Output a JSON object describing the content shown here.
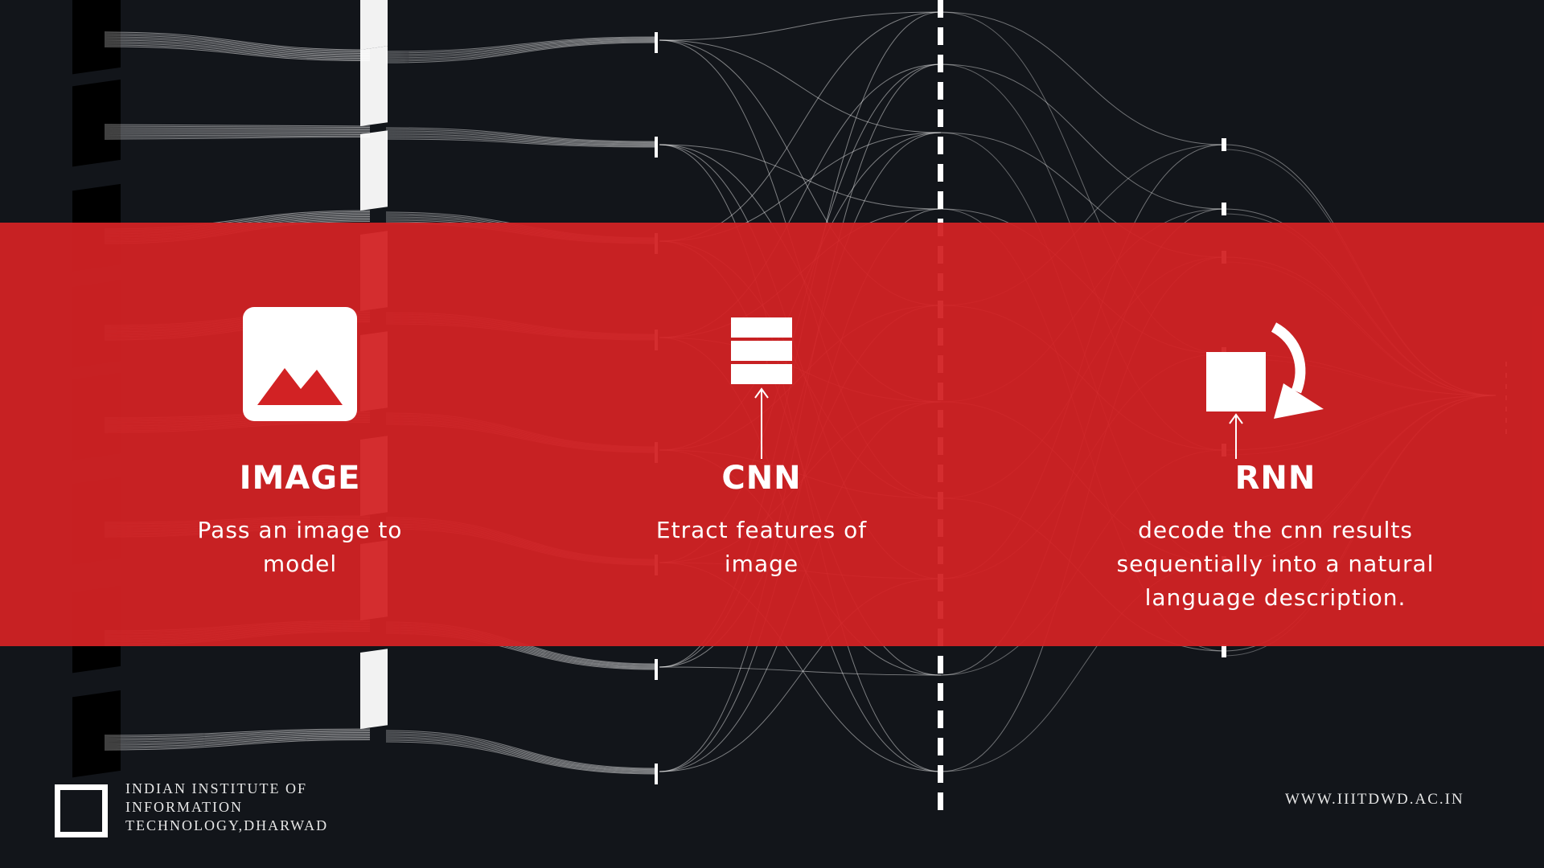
{
  "colors": {
    "background": "#12151a",
    "band": "#d22224",
    "text": "#ffffff"
  },
  "steps": [
    {
      "icon": "image-icon",
      "title": "IMAGE",
      "description_lines": [
        "Pass an image to",
        "model"
      ]
    },
    {
      "icon": "stack-layers-icon",
      "title": "CNN",
      "description_lines": [
        "Etract features of",
        "image"
      ]
    },
    {
      "icon": "recurrent-loop-icon",
      "title": "RNN",
      "description_lines": [
        "decode the cnn results",
        "sequentially into a natural",
        "language description."
      ]
    }
  ],
  "footer": {
    "institute_lines": [
      "INDIAN INSTITUTE OF",
      "INFORMATION",
      "TECHNOLOGY,DHARWAD"
    ],
    "website": "WWW.IIITDWD.AC.IN"
  }
}
